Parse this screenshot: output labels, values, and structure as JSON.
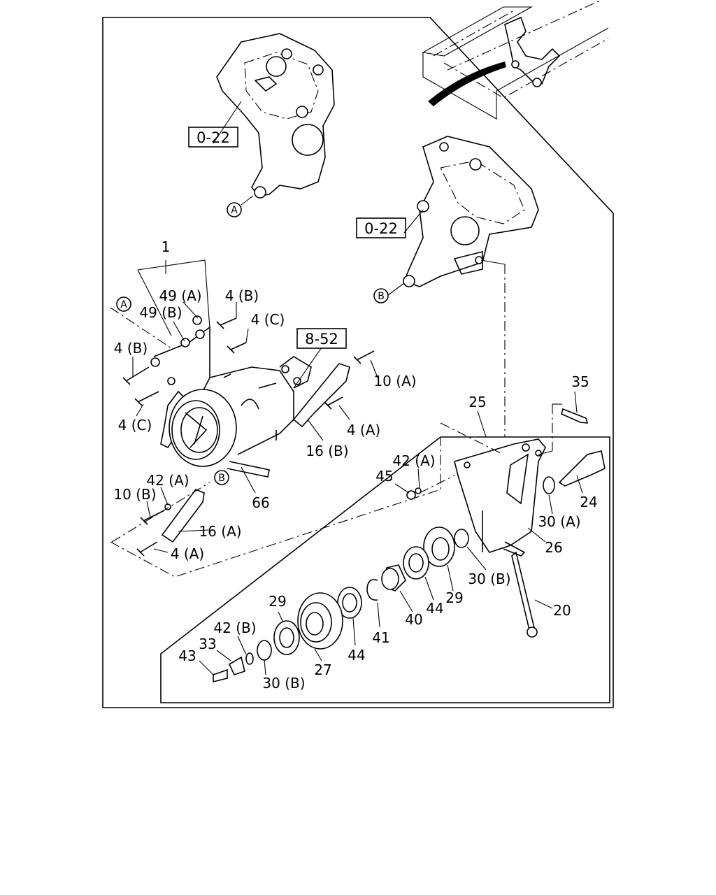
{
  "refs": {
    "r022_top": "0-22",
    "r022_mid": "0-22",
    "r852": "8-52"
  },
  "markers": {
    "a_top": "A",
    "b_top": "B",
    "a_left": "A",
    "b_left": "B"
  },
  "labels": {
    "l1": "1",
    "l49a": "49 (A)",
    "l49b": "49 (B)",
    "l4b_top": "4 (B)",
    "l4c_top": "4 (C)",
    "l4b_left": "4 (B)",
    "l4c_left": "4 (C)",
    "l10a": "10 (A)",
    "l4a_mid": "4 (A)",
    "l16b": "16 (B)",
    "l66": "66",
    "l42a_left": "42 (A)",
    "l10b": "10 (B)",
    "l16a": "16 (A)",
    "l4a_bot": "4 (A)",
    "l35": "35",
    "l25": "25",
    "l42a_right": "42 (A)",
    "l45": "45",
    "l24": "24",
    "l30a": "30 (A)",
    "l26": "26",
    "l30b_right": "30 (B)",
    "l29_right": "29",
    "l44_right": "44",
    "l40": "40",
    "l20": "20",
    "l41": "41",
    "l44_left": "44",
    "l29_left": "29",
    "l27": "27",
    "l42b": "42 (B)",
    "l33": "33",
    "l43": "43",
    "l30b_left": "30 (B)"
  }
}
